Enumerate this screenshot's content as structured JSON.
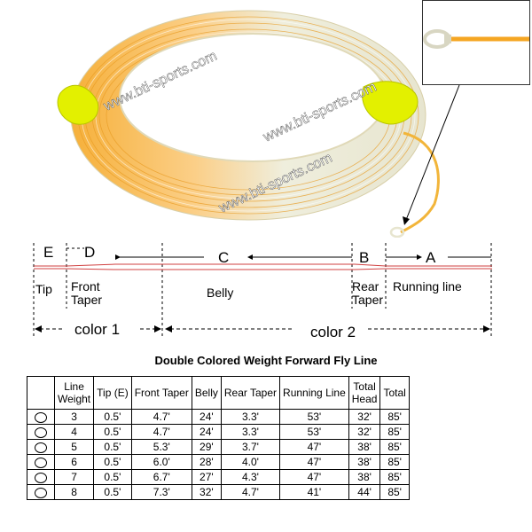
{
  "watermark": "www.bti-sports.com",
  "diagram": {
    "segments": [
      {
        "letter": "E",
        "name": "Tip"
      },
      {
        "letter": "D",
        "name": "Front\nTaper"
      },
      {
        "letter": "C",
        "name": "Belly"
      },
      {
        "letter": "B",
        "name": "Rear\nTaper"
      },
      {
        "letter": "A",
        "name": "Running line"
      }
    ],
    "color1": "color 1",
    "color2": "color 2"
  },
  "table": {
    "title": "Double Colored Weight Forward Fly Line",
    "headers": [
      "",
      "Line\nWeight",
      "Tip (E)",
      "Front Taper",
      "Belly",
      "Rear Taper",
      "Running Line",
      "Total\nHead",
      "Total"
    ],
    "rows": [
      [
        "3",
        "0.5'",
        "4.7'",
        "24'",
        "3.3'",
        "53'",
        "32'",
        "85'"
      ],
      [
        "4",
        "0.5'",
        "4.7'",
        "24'",
        "3.3'",
        "53'",
        "32'",
        "85'"
      ],
      [
        "5",
        "0.5'",
        "5.3'",
        "29'",
        "3.7'",
        "47'",
        "38'",
        "85'"
      ],
      [
        "6",
        "0.5'",
        "6.0'",
        "28'",
        "4.0'",
        "47'",
        "38'",
        "85'"
      ],
      [
        "7",
        "0.5'",
        "6.7'",
        "27'",
        "4.3'",
        "47'",
        "38'",
        "85'"
      ],
      [
        "8",
        "0.5'",
        "7.3'",
        "32'",
        "4.7'",
        "41'",
        "44'",
        "85'"
      ]
    ]
  },
  "colors": {
    "orange": "#f5a623",
    "cream": "#f2efd8",
    "tie": "#e3f000",
    "line_red": "#d04040"
  }
}
